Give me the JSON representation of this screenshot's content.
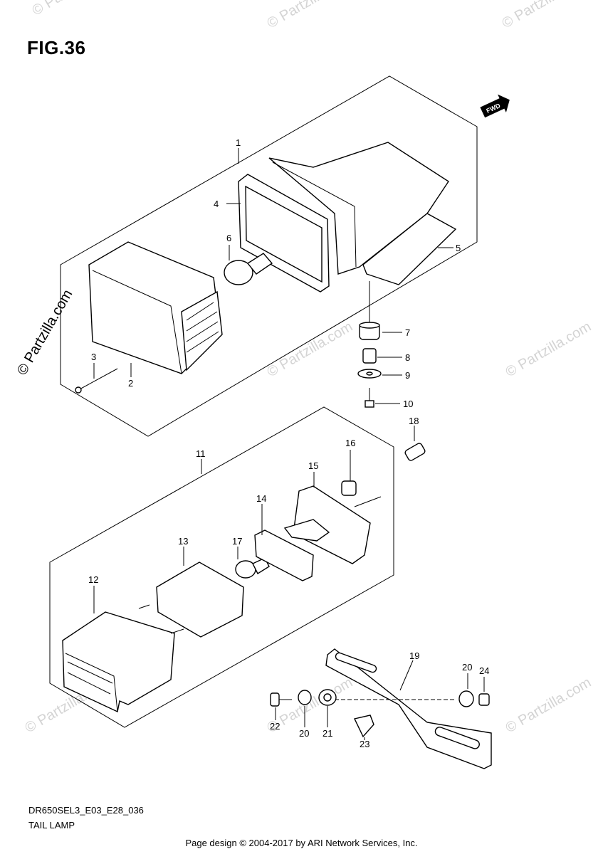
{
  "figure": {
    "title": "FIG.36"
  },
  "fwd_label": "FWD",
  "callouts": [
    {
      "id": "c1",
      "label": "1"
    },
    {
      "id": "c2",
      "label": "2"
    },
    {
      "id": "c3",
      "label": "3"
    },
    {
      "id": "c4",
      "label": "4"
    },
    {
      "id": "c5",
      "label": "5"
    },
    {
      "id": "c6",
      "label": "6"
    },
    {
      "id": "c7",
      "label": "7"
    },
    {
      "id": "c8",
      "label": "8"
    },
    {
      "id": "c9",
      "label": "9"
    },
    {
      "id": "c10",
      "label": "10"
    },
    {
      "id": "c11",
      "label": "11"
    },
    {
      "id": "c12",
      "label": "12"
    },
    {
      "id": "c13",
      "label": "13"
    },
    {
      "id": "c14",
      "label": "14"
    },
    {
      "id": "c15",
      "label": "15"
    },
    {
      "id": "c16",
      "label": "16"
    },
    {
      "id": "c17",
      "label": "17"
    },
    {
      "id": "c18",
      "label": "18"
    },
    {
      "id": "c19",
      "label": "19"
    },
    {
      "id": "c20a",
      "label": "20"
    },
    {
      "id": "c20b",
      "label": "20"
    },
    {
      "id": "c21",
      "label": "21"
    },
    {
      "id": "c22",
      "label": "22"
    },
    {
      "id": "c23",
      "label": "23"
    },
    {
      "id": "c24",
      "label": "24"
    }
  ],
  "watermark": {
    "text": "© Partzilla.com",
    "color": "#d4d4d4"
  },
  "copyright_side": "© Partzilla.com",
  "diagram_code": "DR650SEL3_E03_E28_036",
  "diagram_name": "TAIL LAMP",
  "footer": "Page design © 2004-2017 by ARI Network Services, Inc."
}
